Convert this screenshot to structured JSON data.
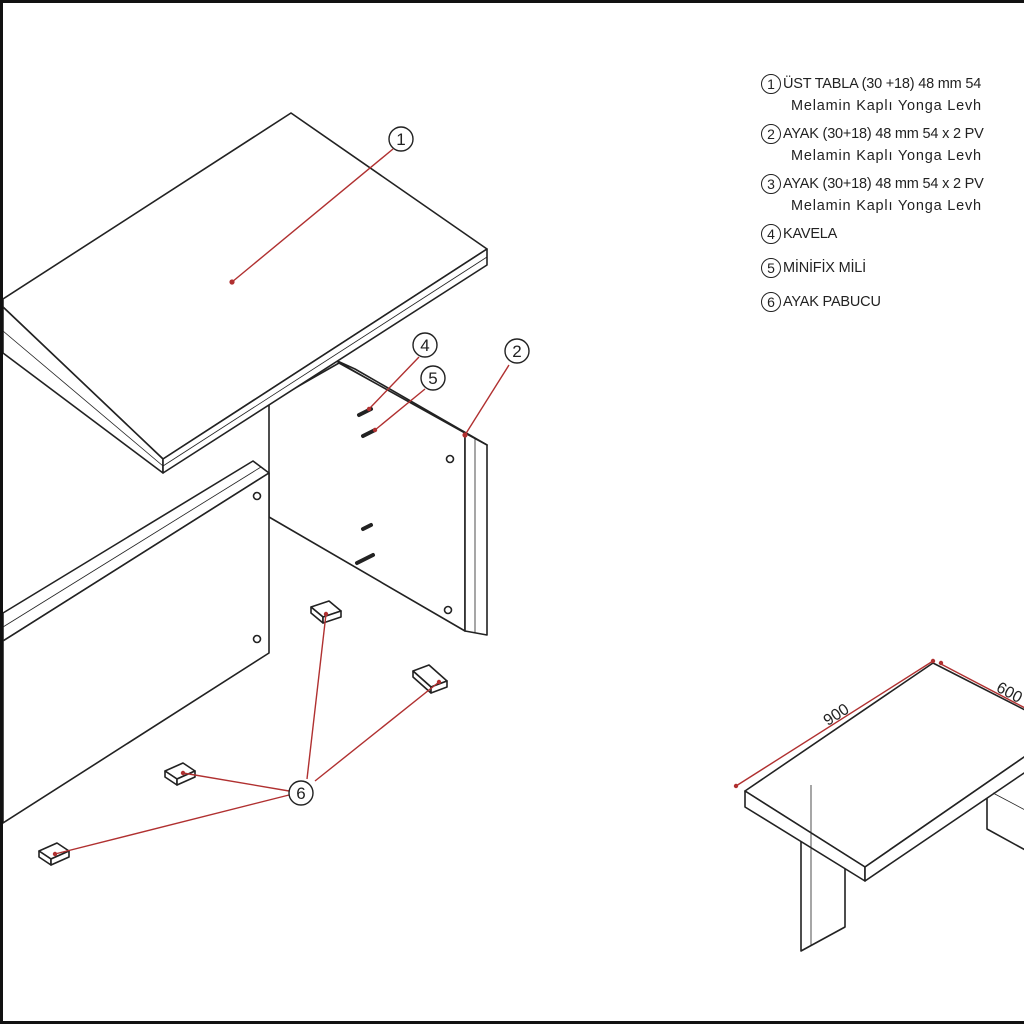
{
  "legend": [
    {
      "number": "1",
      "line1": "ÜST TABLA (30 +18) 48 mm 54",
      "line2": "Melamin Kaplı Yonga Levh"
    },
    {
      "number": "2",
      "line1": "AYAK (30+18) 48 mm 54 x 2 PV",
      "line2": "Melamin Kaplı Yonga Levh"
    },
    {
      "number": "3",
      "line1": "AYAK (30+18) 48 mm 54 x 2 PV",
      "line2": "Melamin Kaplı Yonga Levh"
    },
    {
      "number": "4",
      "line1": "KAVELA"
    },
    {
      "number": "5",
      "line1": "MİNİFİX MİLİ"
    },
    {
      "number": "6",
      "line1": "AYAK PABUCU"
    }
  ],
  "callouts": {
    "c1": "1",
    "c2": "2",
    "c4": "4",
    "c5": "5",
    "c6": "6"
  },
  "dimensions": {
    "length": "900",
    "width": "600"
  },
  "colors": {
    "leader": "#b03030",
    "line": "#222222"
  }
}
